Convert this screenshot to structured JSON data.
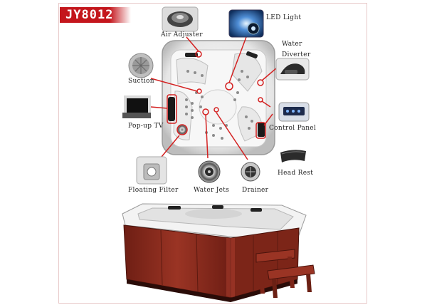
{
  "model": "JY8012",
  "labels": {
    "air_adjuster": "Air Adjuster",
    "led_light": "LED Light",
    "water_diverter_line1": "Water",
    "water_diverter_line2": "Diverter",
    "suction": "Suction",
    "popup_tv": "Pop-up TV",
    "control_panel": "Control Panel",
    "head_rest": "Head Rest",
    "floating_filter": "Floating Filter",
    "water_jets": "Water Jets",
    "drainer": "Drainer"
  },
  "colors": {
    "brand_red": "#c4161c",
    "pointer_red": "#d42020",
    "cabinet_wood": "#8a2a1e",
    "shell_white": "#f2f2f2"
  }
}
